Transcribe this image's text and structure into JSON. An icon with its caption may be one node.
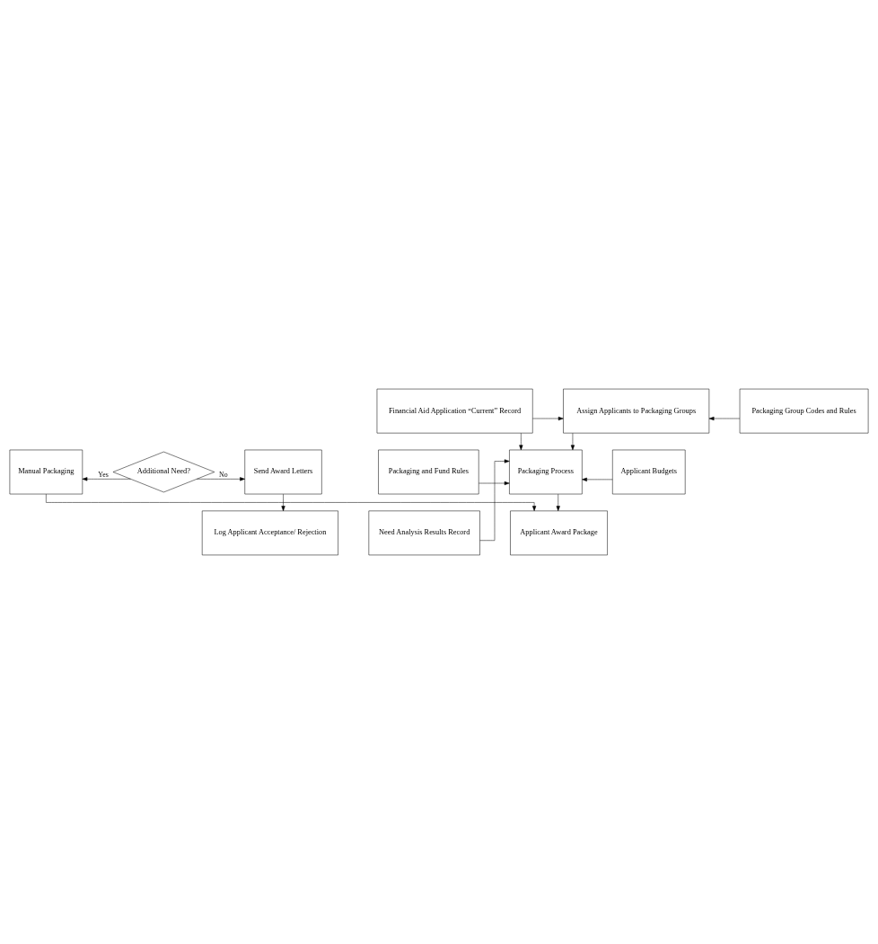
{
  "diagram": {
    "nodes": [
      {
        "text": [
          "Financial Aid Application “Current” Record"
        ]
      },
      {
        "text": [
          "Assign Applicants to Packaging Groups"
        ]
      },
      {
        "text": [
          "Packaging Group Codes and Rules"
        ]
      },
      {
        "text": [
          "Packaging and Fund Rules"
        ]
      },
      {
        "text": [
          "Packaging Process"
        ]
      },
      {
        "text": [
          "Applicant Budgets"
        ]
      },
      {
        "text": [
          "Need Analysis Results Record"
        ]
      },
      {
        "text": [
          "Applicant Award Package"
        ]
      },
      {
        "text": [
          "Manual Packaging"
        ]
      },
      {
        "text": [
          "Additional Need?"
        ]
      },
      {
        "text": [
          "Send Award Letters"
        ]
      },
      {
        "text": [
          "Log Applicant Acceptance/ Rejection"
        ]
      }
    ],
    "edges": [
      {
        "from": 0,
        "to": 1,
        "arrow": "to"
      },
      {
        "from": 2,
        "to": 1,
        "arrow": "to"
      },
      {
        "from": 1,
        "to": 4,
        "arrow": "to"
      },
      {
        "from": 0,
        "to": 4,
        "arrow": "to"
      },
      {
        "from": 3,
        "to": 4,
        "arrow": "to"
      },
      {
        "from": 5,
        "to": 4,
        "arrow": "to"
      },
      {
        "from": 4,
        "to": 7,
        "arrow": "to"
      },
      {
        "from": 6,
        "to": 4,
        "arrow": "to"
      },
      {
        "from": 8,
        "to": 7,
        "arrow": "to"
      },
      {
        "from": 9,
        "to": 8,
        "label": "Yes",
        "arrow": "to"
      },
      {
        "from": 9,
        "to": 10,
        "label": "No",
        "arrow": "to"
      },
      {
        "from": 10,
        "to": 11,
        "arrow": "to"
      }
    ]
  }
}
